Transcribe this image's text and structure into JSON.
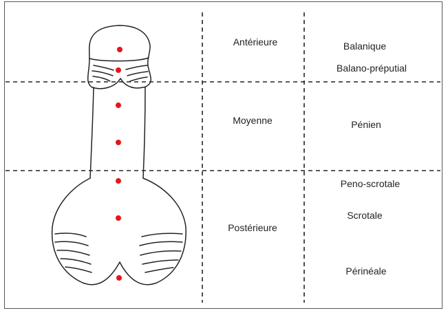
{
  "zones": {
    "anterior": "Antérieure",
    "middle": "Moyenne",
    "posterior": "Postérieure"
  },
  "locations": {
    "balanique": "Balanique",
    "balano_preputial": "Balano-préputial",
    "penien": "Pénien",
    "peno_scrotale": "Peno-scrotale",
    "scrotale": "Scrotale",
    "perineale": "Périnéale"
  },
  "colors": {
    "outline": "#222222",
    "marker": "#e8141b",
    "frame": "#555555"
  }
}
